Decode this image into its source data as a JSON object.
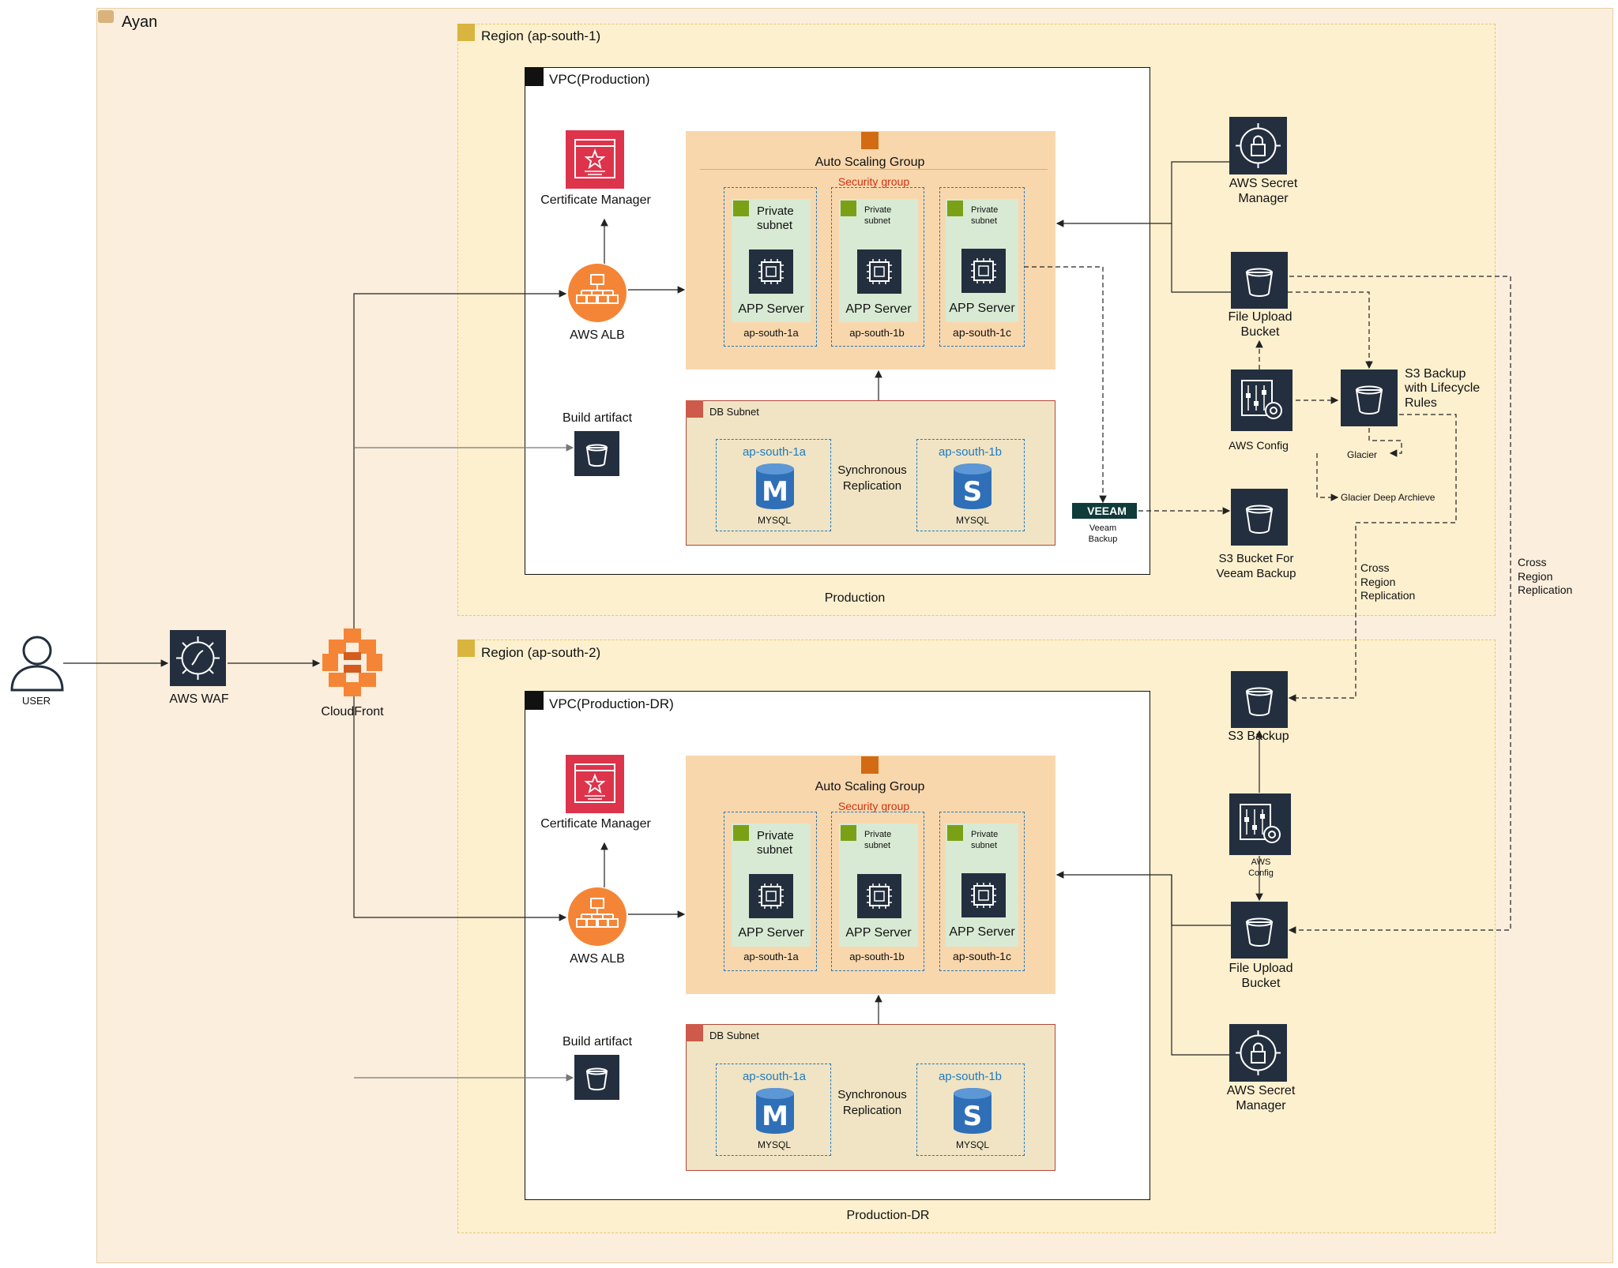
{
  "cloud": {
    "label": "Ayan"
  },
  "regions": [
    {
      "label": "Region (ap-south-1)",
      "footer": "Production",
      "vpc": "VPC(Production)",
      "asg": "Auto Scaling Group",
      "sg": "Security group",
      "cert": "Certificate Manager",
      "alb": "AWS ALB",
      "build": "Build artifact",
      "subnets": [
        {
          "label": "Private\nsubnet",
          "server": "APP Server",
          "az": "ap-south-1a"
        },
        {
          "label": "Private\nsubnet",
          "server": "APP Server",
          "az": "ap-south-1b"
        },
        {
          "label": "Private\nsubnet",
          "server": "APP Server",
          "az": "ap-south-1c"
        }
      ],
      "db": {
        "label": "DB Subnet",
        "az_left": "ap-south-1a",
        "az_right": "ap-south-1b",
        "sync": "Synchronous\nReplication",
        "db_left": "MYSQL",
        "db_right": "MYSQL"
      }
    },
    {
      "label": "Region (ap-south-2)",
      "footer": "Production-DR",
      "vpc": "VPC(Production-DR)",
      "asg": "Auto Scaling Group",
      "sg": "Security group",
      "cert": "Certificate Manager",
      "alb": "AWS ALB",
      "build": "Build artifact",
      "subnets": [
        {
          "label": "Private\nsubnet",
          "server": "APP Server",
          "az": "ap-south-1a"
        },
        {
          "label": "Private\nsubnet",
          "server": "APP Server",
          "az": "ap-south-1b"
        },
        {
          "label": "Private\nsubnet",
          "server": "APP Server",
          "az": "ap-south-1c"
        }
      ],
      "db": {
        "label": "DB Subnet",
        "az_left": "ap-south-1a",
        "az_right": "ap-south-1b",
        "sync": "Synchronous\nReplication",
        "db_left": "MYSQL",
        "db_right": "MYSQL"
      }
    }
  ],
  "left": {
    "user": "USER",
    "waf": "AWS WAF",
    "cloudfront": "CloudFront"
  },
  "right_top": {
    "secret": "AWS Secret\nManager",
    "upload": "File Upload\nBucket",
    "config": "AWS Config",
    "s3backup": "S3 Backup\nwith Lifecycle\nRules",
    "glacier": "Glacier",
    "deep": "Glacier Deep Archieve",
    "veeam": "Veeam\nBackup",
    "veeam_logo": "VEEAM",
    "veeam_bucket": "S3 Bucket For\nVeeam Backup",
    "crr1": "Cross\nRegion\nReplication",
    "crr2": "Cross\nRegion\nReplication"
  },
  "right_bottom": {
    "s3backup": "S3 Backup",
    "config": "AWS\nConfig",
    "upload": "File Upload\nBucket",
    "secret": "AWS Secret\nManager"
  },
  "db_glyph_left": "M",
  "db_glyph_right": "S",
  "colors": {
    "cloud_bg": "#fbeedd",
    "region_bg": "#fdf0cf",
    "asg_bg": "#f9d7ad",
    "subnet_bg": "#d8ead4",
    "db_bg": "#f0e4c4",
    "dark": "#232f3e",
    "alb_orange": "#f58536",
    "cert_red": "#dd344c",
    "label_red": "#d13212",
    "az_blue": "#1f7bc1"
  }
}
